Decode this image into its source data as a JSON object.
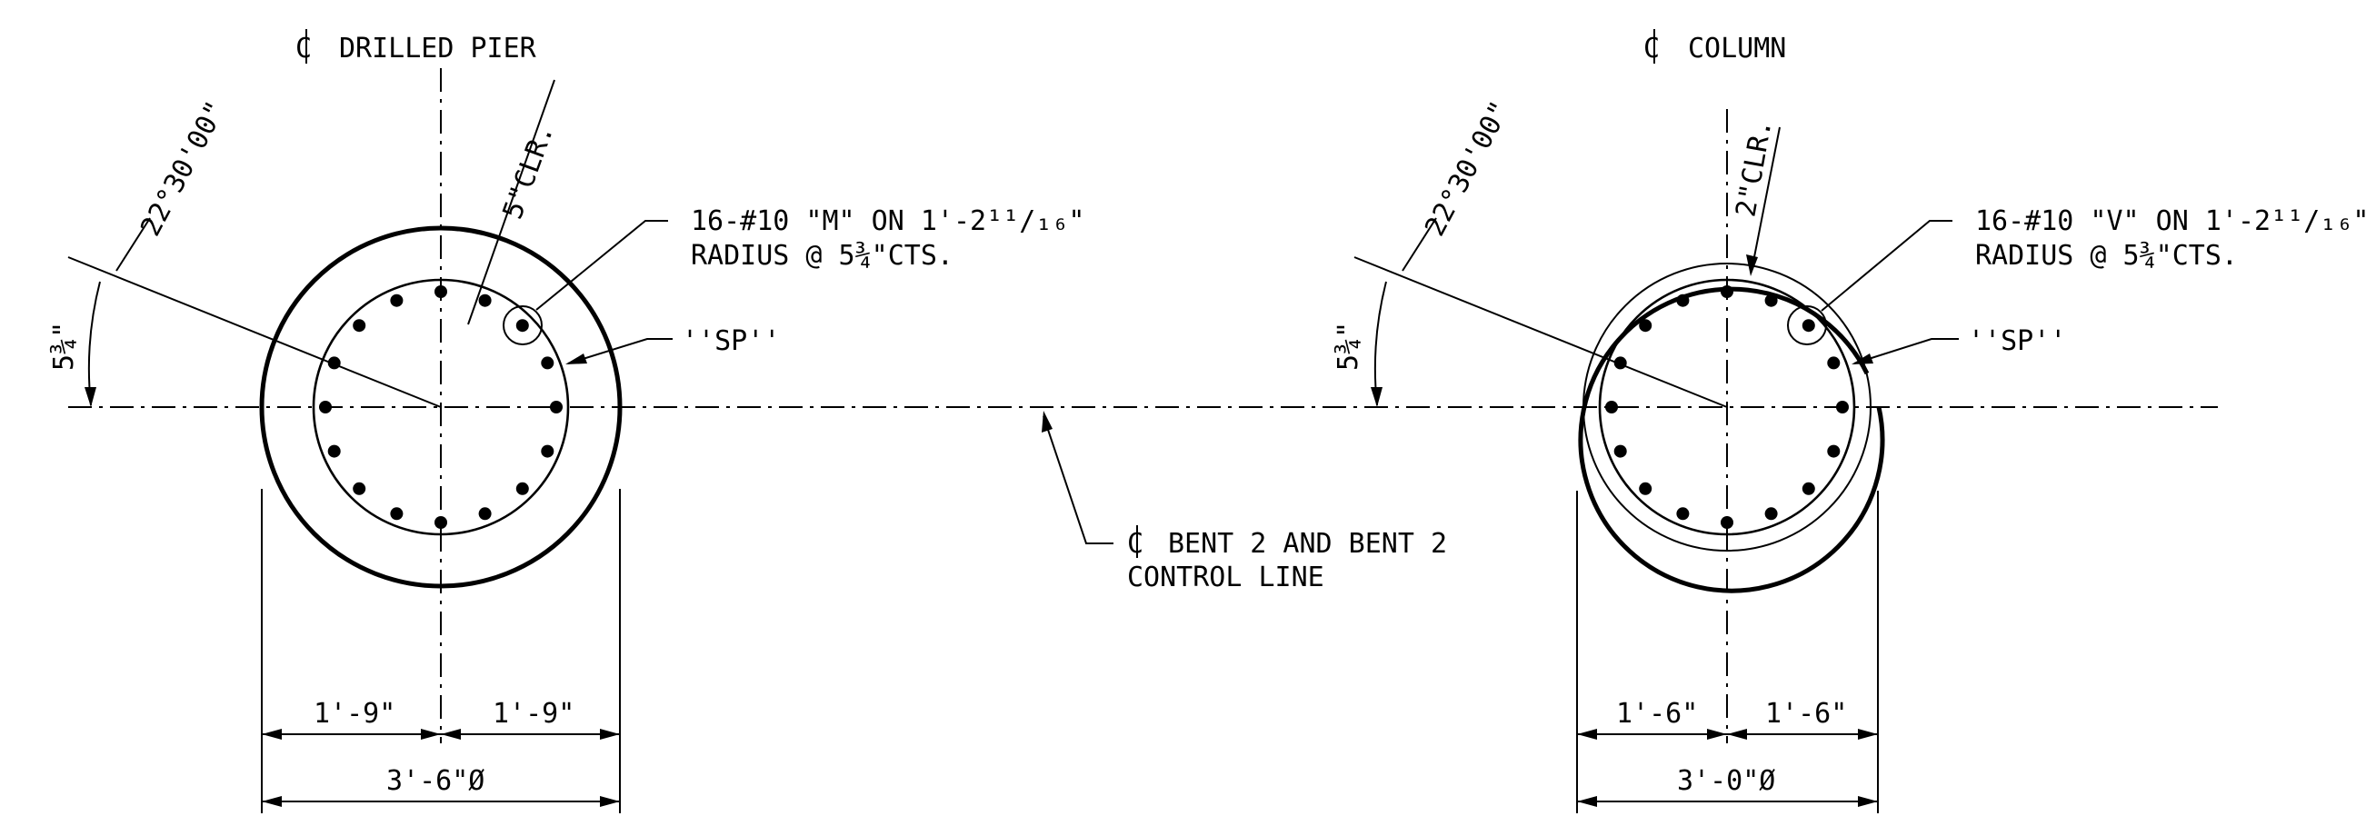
{
  "pier": {
    "title": "DRILLED PIER",
    "clear_cover": "5\"CLR.",
    "angle": "22°30'00\"",
    "spacing_callout": "5¾\"",
    "rebar_line1": "16-#10 \"M\" ON 1'-2¹¹/₁₆\"",
    "rebar_line2": "RADIUS @ 5¾\"CTS.",
    "spiral": "''SP''",
    "dim_left": "1'-9\"",
    "dim_right": "1'-9\"",
    "dim_total": "3'-6\"Ø",
    "bar_count": 16
  },
  "column": {
    "title": "COLUMN",
    "clear_cover": "2\"CLR.",
    "angle": "22°30'00\"",
    "spacing_callout": "5¾\"",
    "rebar_line1": "16-#10 \"V\" ON 1'-2¹¹/₁₆\"",
    "rebar_line2": "RADIUS @ 5¾\"CTS.",
    "spiral": "''SP''",
    "dim_left": "1'-6\"",
    "dim_right": "1'-6\"",
    "dim_total": "3'-0\"Ø",
    "bar_count": 16
  },
  "bent_label": {
    "line1": "BENT 2 AND BENT 2",
    "line2": "CONTROL LINE"
  }
}
